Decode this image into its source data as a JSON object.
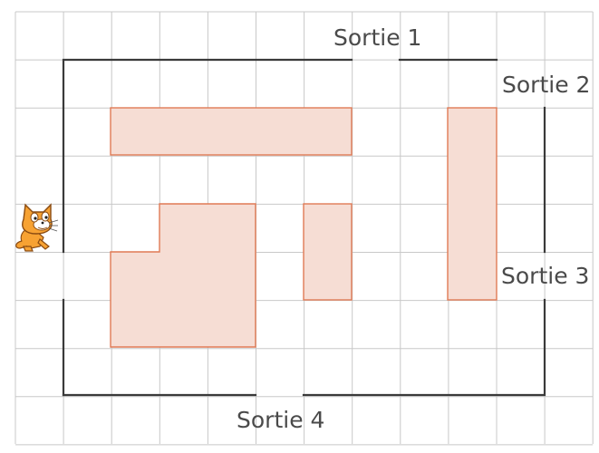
{
  "grid": {
    "cols": 12,
    "rows": 9
  },
  "colors": {
    "grid_line": "#c8c8c8",
    "wall": "#3a3a3a",
    "obstacle_fill": "#f6ddd4",
    "obstacle_stroke": "#e07a55"
  },
  "exits": [
    {
      "label": "Sortie 1"
    },
    {
      "label": "Sortie 2"
    },
    {
      "label": "Sortie 3"
    },
    {
      "label": "Sortie 4"
    }
  ],
  "character": {
    "icon": "scratch-cat-icon"
  }
}
